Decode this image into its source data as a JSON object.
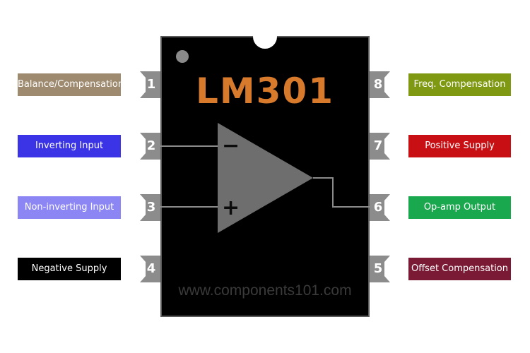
{
  "chip": {
    "title": "LM301",
    "watermark": "www.components101.com",
    "body_color": "#000000",
    "title_color": "#d87a2b",
    "amp_symbol": {
      "minus": "−",
      "plus": "+"
    }
  },
  "pins": [
    {
      "number": "1",
      "label": "Balance/Compensation",
      "color": "#9e8a6e"
    },
    {
      "number": "2",
      "label": "Inverting Input",
      "color": "#3a34e6"
    },
    {
      "number": "3",
      "label": "Non-inverting Input",
      "color": "#8c86f4"
    },
    {
      "number": "4",
      "label": "Negative Supply",
      "color": "#000000"
    },
    {
      "number": "5",
      "label": "Offset Compensation",
      "color": "#7a1a35"
    },
    {
      "number": "6",
      "label": "Op-amp Output",
      "color": "#1aa84e"
    },
    {
      "number": "7",
      "label": "Positive Supply",
      "color": "#c81014"
    },
    {
      "number": "8",
      "label": "Freq. Compensation",
      "color": "#7f9a12"
    }
  ]
}
